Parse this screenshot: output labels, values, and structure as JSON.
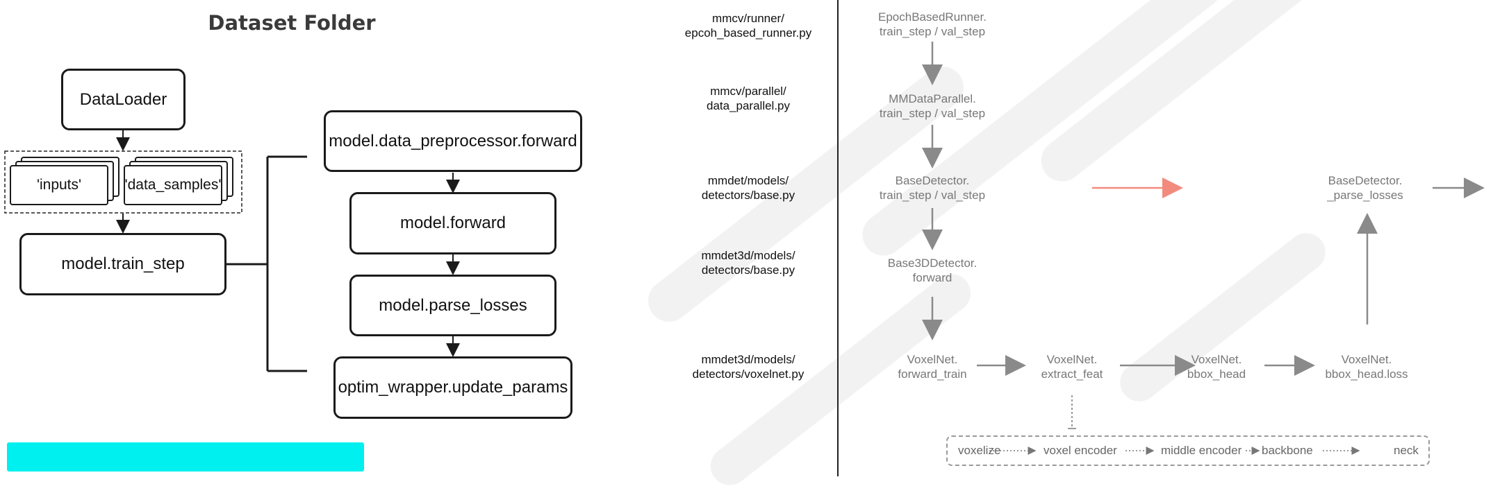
{
  "title": "Dataset Folder",
  "left_flow": {
    "dataloader": "DataLoader",
    "inputs": "'inputs'",
    "data_samples": "'data_samples'",
    "train_step": "model.train_step",
    "preprocessor": "model.data_preprocessor.forward",
    "forward": "model.forward",
    "parse_losses": "model.parse_losses",
    "update_params": "optim_wrapper.update_params"
  },
  "paths": [
    [
      "mmcv/runner/",
      "epcoh_based_runner.py"
    ],
    [
      "mmcv/parallel/",
      "data_parallel.py"
    ],
    [
      "mmdet/models/",
      "detectors/base.py"
    ],
    [
      "mmdet3d/models/",
      "detectors/base.py"
    ],
    [
      "mmdet3d/models/",
      "detectors/voxelnet.py"
    ]
  ],
  "right_flow": {
    "runner": [
      "EpochBasedRunner.",
      "train_step / val_step"
    ],
    "parallel": [
      "MMDataParallel.",
      "train_step / val_step"
    ],
    "base_detector": [
      "BaseDetector.",
      "train_step / val_step"
    ],
    "base3d": [
      "Base3DDetector.",
      "forward"
    ],
    "parse_losses": [
      "BaseDetector.",
      "_parse_losses"
    ],
    "voxelnet": [
      [
        "VoxelNet.",
        "forward_train"
      ],
      [
        "VoxelNet.",
        "extract_feat"
      ],
      [
        "VoxelNet.",
        "bbox_head"
      ],
      [
        "VoxelNet.",
        "bbox_head.loss"
      ]
    ],
    "stages": [
      "voxelize",
      "voxel encoder",
      "middle encoder",
      "backbone",
      "neck"
    ]
  },
  "colors": {
    "highlight": "#00f0f0",
    "red_arrow": "#f28b7d",
    "gray_arrow": "#8a8a8a",
    "ink": "#1a1a1a"
  }
}
